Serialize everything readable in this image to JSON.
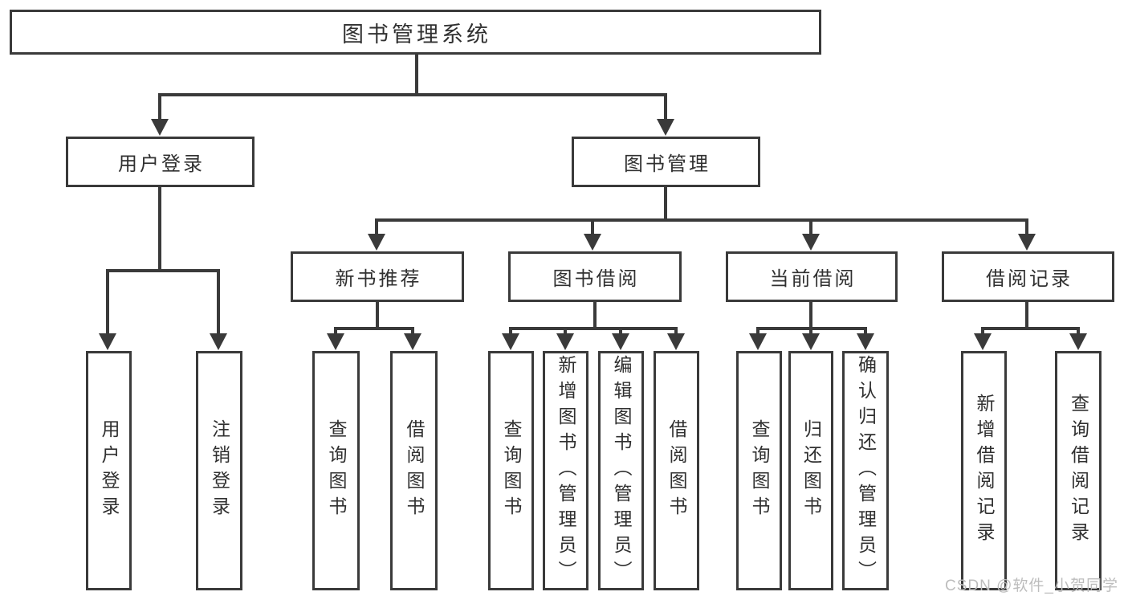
{
  "diagram": {
    "type": "tree",
    "root": {
      "label": "图书管理系统"
    },
    "level2": [
      {
        "label": "用户登录"
      },
      {
        "label": "图书管理"
      }
    ],
    "level3": [
      {
        "label": "新书推荐"
      },
      {
        "label": "图书借阅"
      },
      {
        "label": "当前借阅"
      },
      {
        "label": "借阅记录"
      }
    ],
    "leaves": [
      {
        "label": "用户登录",
        "parent": "用户登录"
      },
      {
        "label": "注销登录",
        "parent": "用户登录"
      },
      {
        "label": "查询图书",
        "parent": "新书推荐"
      },
      {
        "label": "借阅图书",
        "parent": "新书推荐"
      },
      {
        "label": "查询图书",
        "parent": "图书借阅"
      },
      {
        "label": "新增图书（管理员）",
        "parent": "图书借阅"
      },
      {
        "label": "编辑图书（管理员）",
        "parent": "图书借阅"
      },
      {
        "label": "借阅图书",
        "parent": "图书借阅"
      },
      {
        "label": "查询图书",
        "parent": "当前借阅"
      },
      {
        "label": "归还图书",
        "parent": "当前借阅"
      },
      {
        "label": "确认归还（管理员）",
        "parent": "当前借阅"
      },
      {
        "label": "新增借阅记录",
        "parent": "借阅记录"
      },
      {
        "label": "查询借阅记录",
        "parent": "借阅记录"
      }
    ],
    "watermark": "CSDN @软件_小贺同学",
    "colors": {
      "line": "#3a3a3a",
      "text": "#303030",
      "watermark": "#bdbdbd",
      "background": "#ffffff"
    }
  }
}
